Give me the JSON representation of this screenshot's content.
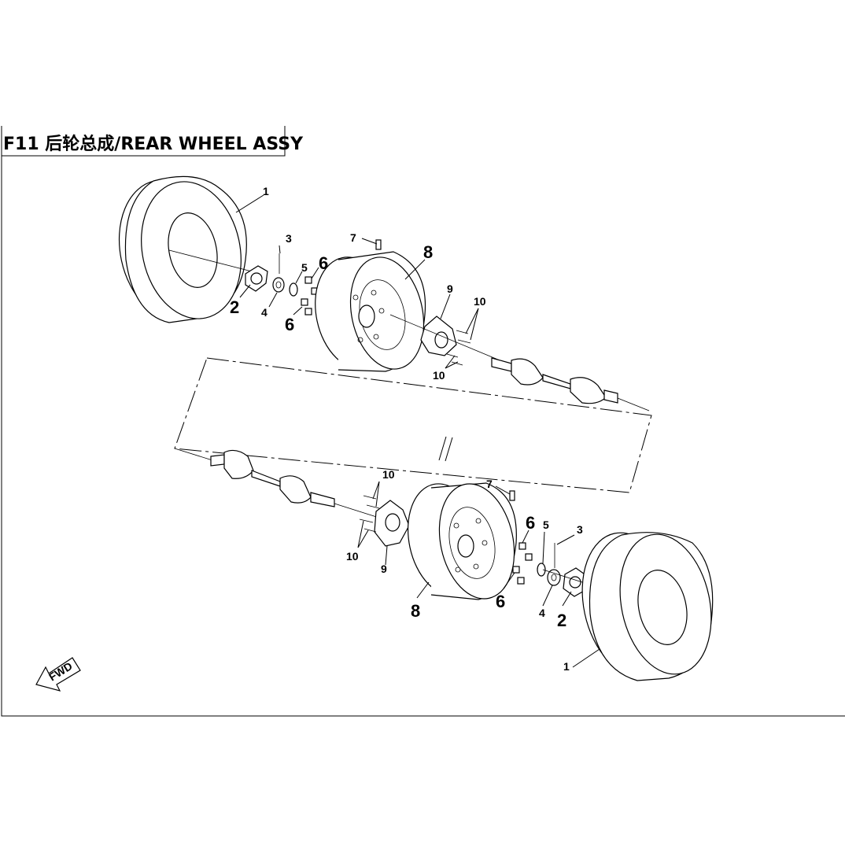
{
  "header": {
    "title": "F11 后轮总成/REAR WHEEL ASSY"
  },
  "fwd_arrow": {
    "label": "FWD"
  },
  "callouts": {
    "top": {
      "tire": "1",
      "hub_cap": "2",
      "cotter_pin": "3",
      "castle_nut": "4",
      "washer": "5",
      "nut_upper": "6",
      "nut_lower": "6",
      "valve": "7",
      "rim": "8",
      "hub": "9",
      "bolt_upper": "10",
      "bolt_lower": "10"
    },
    "bottom": {
      "tire": "1",
      "hub_cap": "2",
      "cotter_pin": "3",
      "castle_nut": "4",
      "washer": "5",
      "nut_upper": "6",
      "nut_lower": "6",
      "valve": "7",
      "rim": "8",
      "hub": "9",
      "bolt_upper": "10",
      "bolt_lower": "10"
    }
  }
}
